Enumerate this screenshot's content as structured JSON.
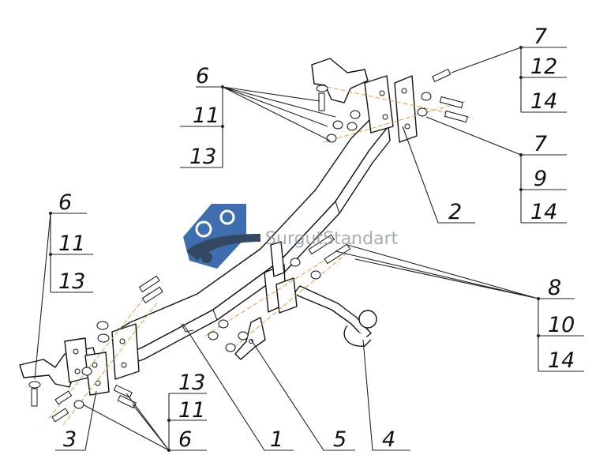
{
  "callouts": {
    "top_left": [
      "6",
      "11",
      "13"
    ],
    "top_right_a": [
      "7",
      "12",
      "14"
    ],
    "top_right_b": [
      "7",
      "9",
      "14"
    ],
    "left": [
      "6",
      "11",
      "13"
    ],
    "right": [
      "8",
      "10",
      "14"
    ],
    "bottom": [
      "13",
      "11",
      "6"
    ]
  },
  "part_labels": {
    "p1": "1",
    "p2": "2",
    "p3": "3",
    "p4": "4",
    "p5": "5"
  },
  "watermark": {
    "text": "SurgutStandart",
    "colors": {
      "logo_blue": "#2a5fa8",
      "logo_dark": "#1f3550"
    }
  }
}
